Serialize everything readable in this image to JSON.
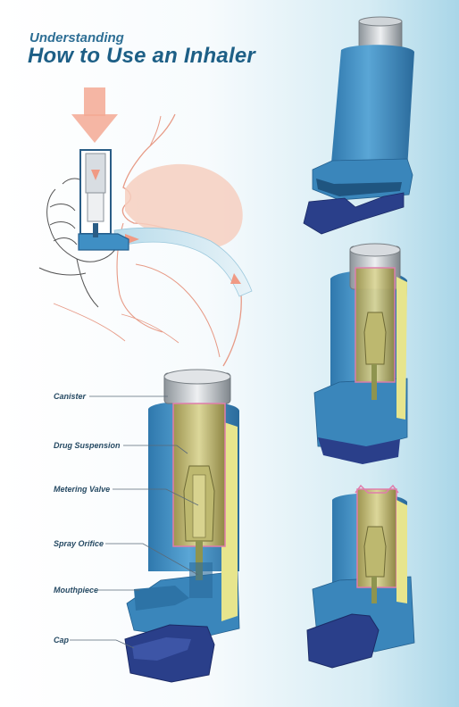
{
  "header": {
    "kicker": "Understanding",
    "title": "How to Use an Inhaler"
  },
  "labels": {
    "canister": "Canister",
    "drug_suspension": "Drug Suspension",
    "metering_valve": "Metering Valve",
    "spray_orifice": "Spray Orifice",
    "mouthpiece": "Mouthpiece",
    "cap": "Cap"
  },
  "colors": {
    "title": "#1d5f86",
    "inhaler_blue": "#3f8fc4",
    "inhaler_dark": "#24608f",
    "cap_navy": "#2a3f8a",
    "canister_metal": "#c9ced3",
    "suspension": "#c8c27a",
    "face_outline": "#e79a86",
    "face_fill": "#f6cfc0",
    "arrow": "#f09a84",
    "leader_line": "#5a6a78"
  }
}
